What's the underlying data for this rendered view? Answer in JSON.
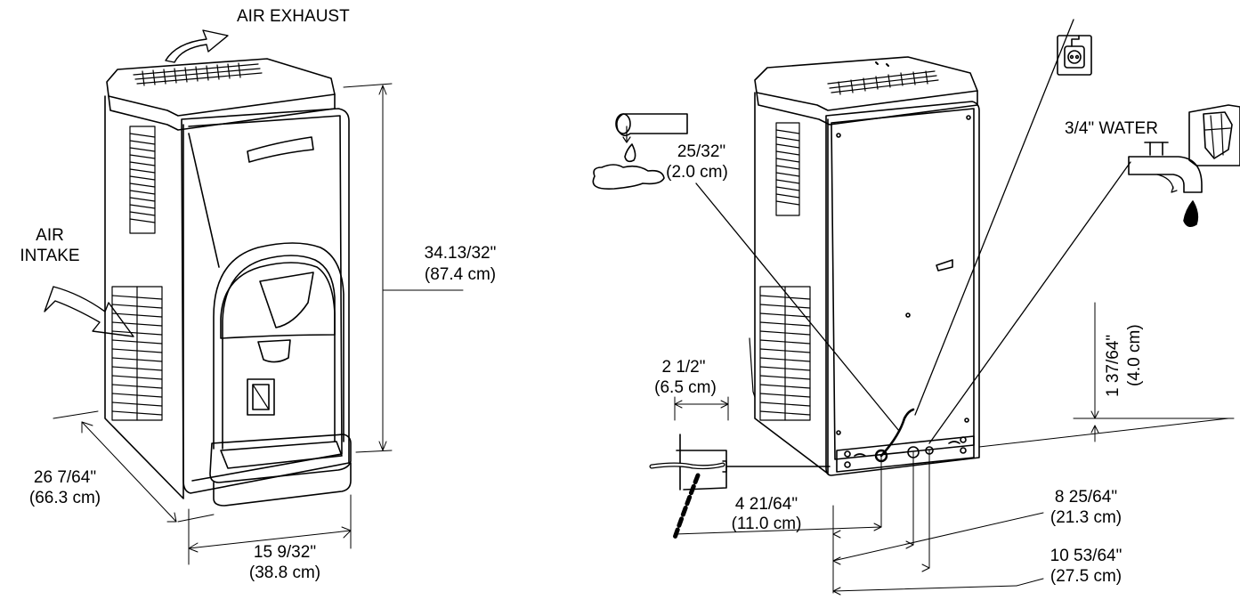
{
  "labels": {
    "air_exhaust": "AIR EXHAUST",
    "air_intake_1": "AIR",
    "air_intake_2": "INTAKE",
    "height_in": "34.13/32\"",
    "height_cm": "(87.4 cm)",
    "depth_in": "26 7/64\"",
    "depth_cm": "(66.3 cm)",
    "width_in": "15 9/32\"",
    "width_cm": "(38.8 cm)",
    "drain_in": "25/32\"",
    "drain_cm": "(2.0 cm)",
    "water": "3/4\" WATER",
    "side_in": "2 1/2\"",
    "side_cm": "(6.5 cm)",
    "conn_height_in": "1 37/64\"",
    "conn_height_cm": "(4.0 cm)",
    "drain_offset_in": "4 21/64\"",
    "drain_offset_cm": "(11.0 cm)",
    "power_offset_in": "8 25/64\"",
    "power_offset_cm": "(21.3 cm)",
    "water_offset_in": "10 53/64\"",
    "water_offset_cm": "(27.5 cm)"
  },
  "icons": {
    "drain": "drain-pipe-icon",
    "outlet": "electrical-outlet-icon",
    "faucet": "water-faucet-icon",
    "filter": "water-filter-icon"
  },
  "colors": {
    "line": "#000000",
    "background": "#ffffff"
  }
}
